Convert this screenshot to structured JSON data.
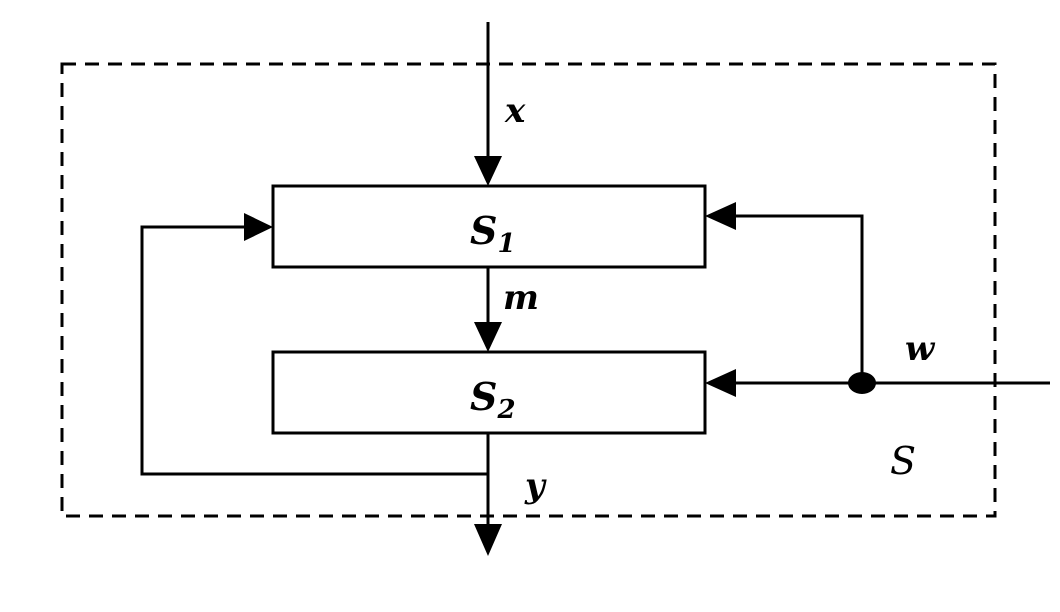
{
  "blocks": {
    "s1": {
      "letter": "S",
      "subscript": "1"
    },
    "s2": {
      "letter": "S",
      "subscript": "2"
    }
  },
  "signals": {
    "x": "x",
    "m": "m",
    "y": "y",
    "w": "w"
  },
  "system": {
    "label": "S"
  },
  "colors": {
    "ink": "#000000",
    "background": "#ffffff"
  }
}
